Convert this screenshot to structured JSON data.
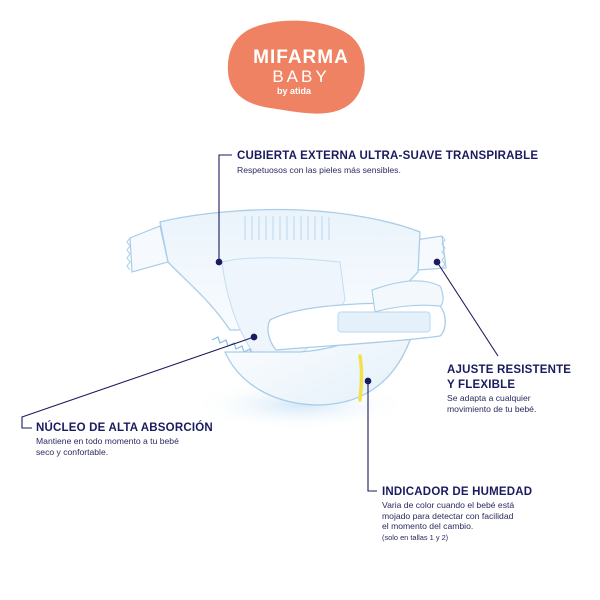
{
  "logo": {
    "brand_line1": "MIFARMA",
    "brand_line2": "BABY",
    "brand_line3": "by atida",
    "color": "#ef8262"
  },
  "callouts": {
    "cover": {
      "title": "CUBIERTA EXTERNA ULTRA-SUAVE TRANSPIRABLE",
      "description": "Respetuosos con las pieles más sensibles."
    },
    "fit": {
      "title_line1": "AJUSTE RESISTENTE",
      "title_line2": "Y FLEXIBLE",
      "description_line1": "Se adapta a cualquier",
      "description_line2": "movimiento de tu bebé."
    },
    "core": {
      "title": "NÚCLEO DE ALTA ABSORCIÓN",
      "description_line1": "Mantiene en todo momento a tu bebé",
      "description_line2": "seco y confortable."
    },
    "indicator": {
      "title": "INDICADOR DE HUMEDAD",
      "description_line1": "Varia de color cuando el bebé está",
      "description_line2": "mojado para detectar con facilidad",
      "description_line3": "el momento del cambio.",
      "note": "(solo en tallas 1 y 2)"
    }
  },
  "colors": {
    "navy": "#1a1b5e",
    "diaper_outline": "#a9cde8",
    "diaper_fill": "#f3f8fd",
    "indicator": "#f2e24a"
  }
}
